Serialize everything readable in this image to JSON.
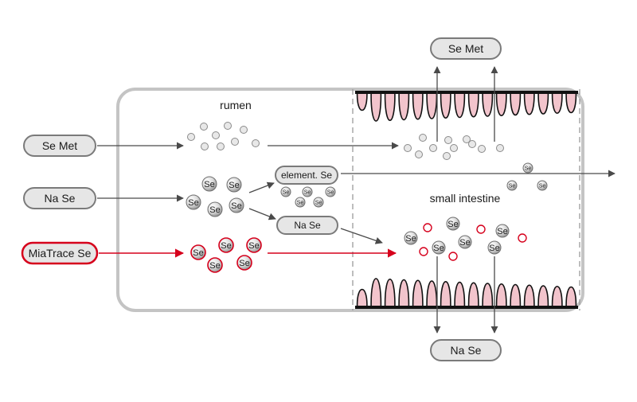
{
  "compartments": {
    "rumen": "rumen",
    "small_intestine": "small intestine"
  },
  "inputs": {
    "se_met": "Se Met",
    "na_se": "Na Se",
    "miatrace_se": "MiaTrace Se"
  },
  "intermediates": {
    "element_se": "element. Se",
    "na_se": "Na Se"
  },
  "outputs": {
    "top": "Se Met",
    "bottom": "Na Se"
  },
  "particles": {
    "se": "Se"
  },
  "colors": {
    "accent_red": "#d6001c",
    "villi_pink": "#f2c4cc",
    "outline_grey": "#bdbdbd"
  }
}
